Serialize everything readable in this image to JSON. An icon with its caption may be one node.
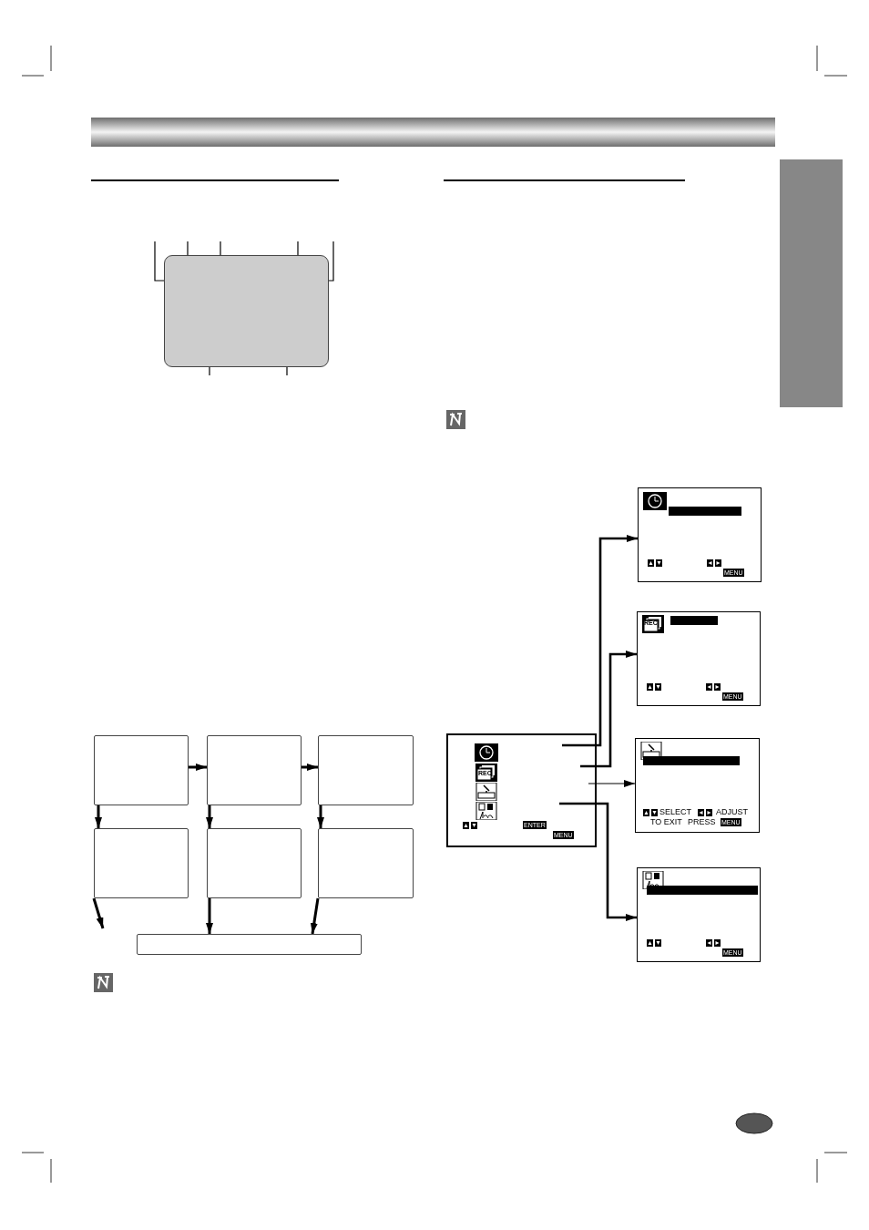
{
  "diagram": {
    "nodes": [
      {
        "text": [],
        "shape": "box"
      },
      {
        "text": [],
        "shape": "box"
      },
      {
        "text": [],
        "shape": "box"
      },
      {
        "text": [],
        "shape": "box"
      },
      {
        "text": [],
        "shape": "box"
      },
      {
        "text": [],
        "shape": "box"
      },
      {
        "text": [],
        "shape": "box"
      },
      {
        "text": [],
        "shape": "box"
      },
      {
        "text": [
          "REC",
          "ENTER",
          "MENU"
        ]
      },
      {
        "text": [
          "MENU"
        ]
      },
      {
        "text": [
          "REC",
          "MENU"
        ]
      },
      {
        "text": [
          "SELECT",
          "ADJUST",
          "TO EXIT",
          "PRESS",
          "MENU"
        ]
      },
      {
        "text": [
          "MENU"
        ]
      },
      {
        "text": [],
        "shape": "bar"
      }
    ],
    "edges": [
      {
        "from": null,
        "to": 0,
        "arrow": "none"
      },
      {
        "from": null,
        "to": 0,
        "arrow": "none"
      },
      {
        "from": null,
        "to": 0,
        "arrow": "none"
      },
      {
        "from": null,
        "to": 0,
        "arrow": "none"
      },
      {
        "from": null,
        "to": 0,
        "arrow": "none"
      },
      {
        "from": null,
        "to": 0,
        "arrow": "none"
      },
      {
        "from": null,
        "to": 0,
        "arrow": "none"
      },
      {
        "from": 1,
        "to": 2,
        "arrow": "to"
      },
      {
        "from": 2,
        "to": 3,
        "arrow": "to"
      },
      {
        "from": 1,
        "to": 4,
        "arrow": "to"
      },
      {
        "from": 2,
        "to": 5,
        "arrow": "to"
      },
      {
        "from": 3,
        "to": 6,
        "arrow": "to"
      },
      {
        "from": 4,
        "to": null,
        "arrow": "to"
      },
      {
        "from": 5,
        "to": 7,
        "arrow": "to"
      },
      {
        "from": 6,
        "to": 7,
        "arrow": "to"
      },
      {
        "from": 8,
        "to": 9,
        "arrow": "to"
      },
      {
        "from": 8,
        "to": 10,
        "arrow": "to"
      },
      {
        "from": 8,
        "to": 11,
        "arrow": "to"
      },
      {
        "from": 8,
        "to": 12,
        "arrow": "to"
      }
    ]
  }
}
